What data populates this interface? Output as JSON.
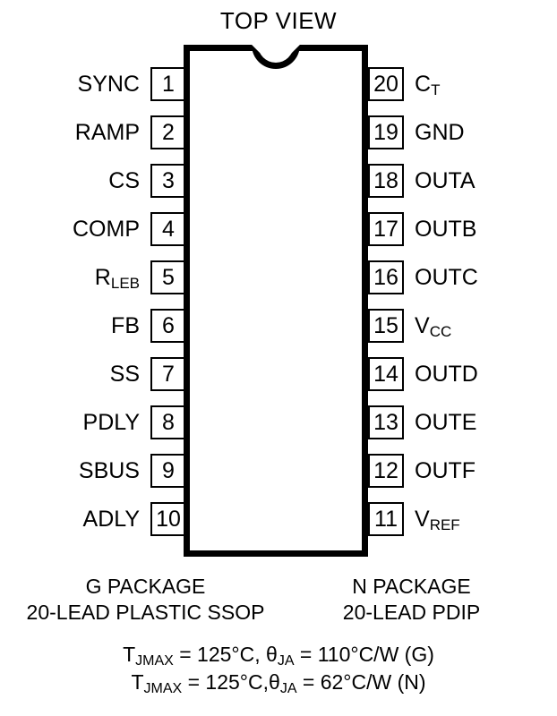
{
  "figure": {
    "title": "TOP VIEW",
    "ink_color": "#000000",
    "background_color": "#ffffff"
  },
  "left_pins": [
    {
      "number": "1",
      "name": "SYNC",
      "base": "SYNC",
      "subscript": ""
    },
    {
      "number": "2",
      "name": "RAMP",
      "base": "RAMP",
      "subscript": ""
    },
    {
      "number": "3",
      "name": "CS",
      "base": "CS",
      "subscript": ""
    },
    {
      "number": "4",
      "name": "COMP",
      "base": "COMP",
      "subscript": ""
    },
    {
      "number": "5",
      "name": "RLEB",
      "base": "R",
      "subscript": "LEB"
    },
    {
      "number": "6",
      "name": "FB",
      "base": "FB",
      "subscript": ""
    },
    {
      "number": "7",
      "name": "SS",
      "base": "SS",
      "subscript": ""
    },
    {
      "number": "8",
      "name": "PDLY",
      "base": "PDLY",
      "subscript": ""
    },
    {
      "number": "9",
      "name": "SBUS",
      "base": "SBUS",
      "subscript": ""
    },
    {
      "number": "10",
      "name": "ADLY",
      "base": "ADLY",
      "subscript": ""
    }
  ],
  "right_pins": [
    {
      "number": "20",
      "name": "CT",
      "base": "C",
      "subscript": "T"
    },
    {
      "number": "19",
      "name": "GND",
      "base": "GND",
      "subscript": ""
    },
    {
      "number": "18",
      "name": "OUTA",
      "base": "OUTA",
      "subscript": ""
    },
    {
      "number": "17",
      "name": "OUTB",
      "base": "OUTB",
      "subscript": ""
    },
    {
      "number": "16",
      "name": "OUTC",
      "base": "OUTC",
      "subscript": ""
    },
    {
      "number": "15",
      "name": "VCC",
      "base": "V",
      "subscript": "CC"
    },
    {
      "number": "14",
      "name": "OUTD",
      "base": "OUTD",
      "subscript": ""
    },
    {
      "number": "13",
      "name": "OUTE",
      "base": "OUTE",
      "subscript": ""
    },
    {
      "number": "12",
      "name": "OUTF",
      "base": "OUTF",
      "subscript": ""
    },
    {
      "number": "11",
      "name": "VREF",
      "base": "V",
      "subscript": "REF"
    }
  ],
  "packages": {
    "g": {
      "line1": "G PACKAGE",
      "line2": "20-LEAD PLASTIC SSOP"
    },
    "n": {
      "line1": "N PACKAGE",
      "line2": "20-LEAD PDIP"
    }
  },
  "thermal": {
    "line1": {
      "t_symbol": "T",
      "t_sub": "JMAX",
      "t_value": " = 125°C, ",
      "theta_symbol": "θ",
      "theta_sub": "JA",
      "theta_value": " = 110°C/W (G)"
    },
    "line2": {
      "t_symbol": "T",
      "t_sub": "JMAX",
      "t_value": " = 125°C,",
      "theta_symbol": "θ",
      "theta_sub": "JA",
      "theta_value": " = 62°C/W (N)"
    }
  }
}
